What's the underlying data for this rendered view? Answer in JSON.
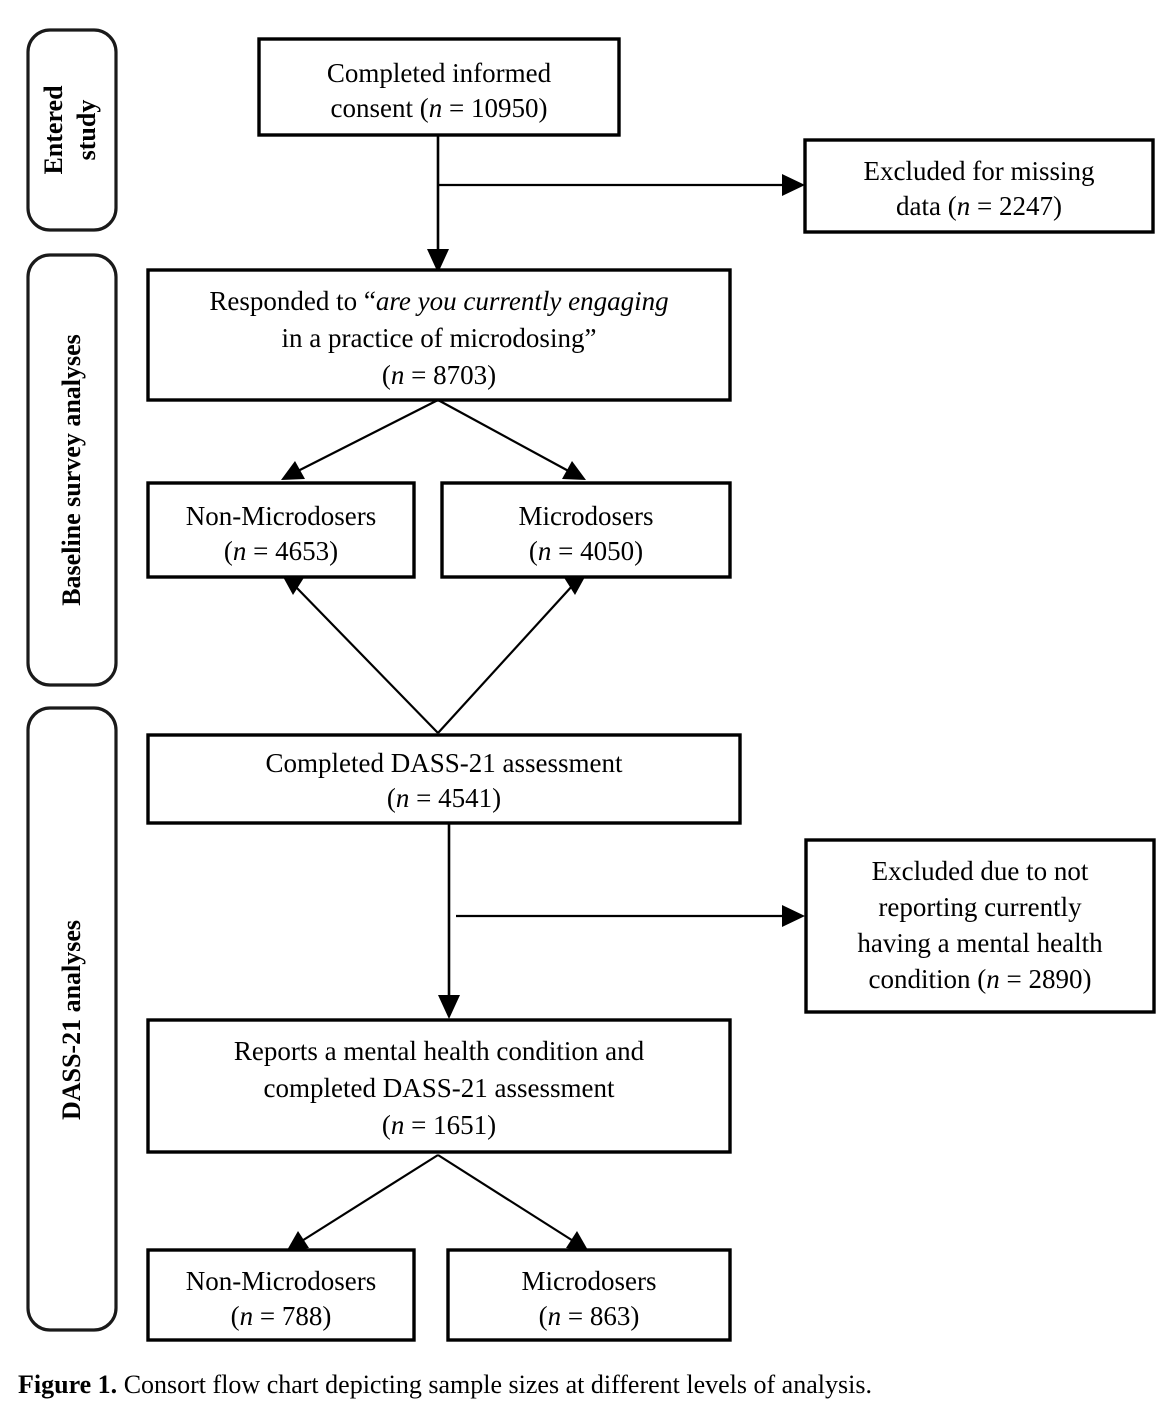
{
  "figure": {
    "caption_label": "Figure 1.",
    "caption_text": "Consort flow chart depicting sample sizes at different levels of analysis."
  },
  "stages": [
    {
      "id": "entered-study",
      "label_line1": "Entered",
      "label_line2": "study"
    },
    {
      "id": "baseline-survey-analyses",
      "label_line1": "Baseline survey analyses",
      "label_line2": ""
    },
    {
      "id": "dass21-analyses",
      "label_line1": "DASS-21 analyses",
      "label_line2": ""
    }
  ],
  "nodes": {
    "consent": {
      "line1": "Completed informed",
      "line2_pre": "consent (",
      "line2_n": "n",
      "line2_post": " = 10950)"
    },
    "excluded_missing": {
      "line1": "Excluded for missing",
      "line2_pre": "data (",
      "line2_n": "n",
      "line2_post": " = 2247)"
    },
    "responded": {
      "line1_plain": "Responded to “",
      "line1_ital": "are you currently engaging",
      "line2_ital": "in a practice of microdosing”",
      "line3_pre": "(",
      "line3_n": "n",
      "line3_post": " = 8703)"
    },
    "non_microdosers_baseline": {
      "line1": "Non-Microdosers",
      "line2_pre": "(",
      "line2_n": "n",
      "line2_post": " = 4653)"
    },
    "microdosers_baseline": {
      "line1": "Microdosers",
      "line2_pre": "(",
      "line2_n": "n",
      "line2_post": " = 4050)"
    },
    "dass_completed": {
      "line1": "Completed DASS-21 assessment",
      "line2_pre": "(",
      "line2_n": "n",
      "line2_post": " = 4541)"
    },
    "excluded_no_condition": {
      "line1": "Excluded due to not",
      "line2": "reporting currently",
      "line3": "having a mental health",
      "line4_pre": "condition (",
      "line4_n": "n",
      "line4_post": " = 2890)"
    },
    "reports_condition": {
      "line1": "Reports a mental health condition and",
      "line2": "completed DASS-21 assessment",
      "line3_pre": "(",
      "line3_n": "n",
      "line3_post": " = 1651)"
    },
    "non_microdosers_dass": {
      "line1": "Non-Microdosers",
      "line2_pre": "(",
      "line2_n": "n",
      "line2_post": " = 788)"
    },
    "microdosers_dass": {
      "line1": "Microdosers",
      "line2_pre": "(",
      "line2_n": "n",
      "line2_post": " = 863)"
    }
  },
  "chart_data": {
    "type": "diagram",
    "title": "Consort flow chart depicting sample sizes at different levels of analysis.",
    "flow": [
      {
        "node": "Completed informed consent",
        "n": 10950,
        "stage": "Entered study"
      },
      {
        "node": "Excluded for missing data",
        "n": 2247,
        "stage": "Entered study"
      },
      {
        "node": "Responded to “are you currently engaging in a practice of microdosing”",
        "n": 8703,
        "stage": "Baseline survey analyses"
      },
      {
        "node": "Non-Microdosers",
        "n": 4653,
        "stage": "Baseline survey analyses"
      },
      {
        "node": "Microdosers",
        "n": 4050,
        "stage": "Baseline survey analyses"
      },
      {
        "node": "Completed DASS-21 assessment",
        "n": 4541,
        "stage": "DASS-21 analyses"
      },
      {
        "node": "Excluded due to not reporting currently having a mental health condition",
        "n": 2890,
        "stage": "DASS-21 analyses"
      },
      {
        "node": "Reports a mental health condition and completed DASS-21 assessment",
        "n": 1651,
        "stage": "DASS-21 analyses"
      },
      {
        "node": "Non-Microdosers",
        "n": 788,
        "stage": "DASS-21 analyses"
      },
      {
        "node": "Microdosers",
        "n": 863,
        "stage": "DASS-21 analyses"
      }
    ],
    "edges": [
      {
        "from": "Completed informed consent",
        "to": "Excluded for missing data"
      },
      {
        "from": "Completed informed consent",
        "to": "Responded to microdosing question"
      },
      {
        "from": "Responded to microdosing question",
        "to": "Non-Microdosers (4653)"
      },
      {
        "from": "Responded to microdosing question",
        "to": "Microdosers (4050)"
      },
      {
        "from": "Completed DASS-21 assessment",
        "to": "Non-Microdosers (4653)"
      },
      {
        "from": "Completed DASS-21 assessment",
        "to": "Microdosers (4050)"
      },
      {
        "from": "Completed DASS-21 assessment",
        "to": "Excluded due to not reporting a mental health condition"
      },
      {
        "from": "Completed DASS-21 assessment",
        "to": "Reports a mental health condition and completed DASS-21 assessment"
      },
      {
        "from": "Reports a mental health condition and completed DASS-21 assessment",
        "to": "Non-Microdosers (788)"
      },
      {
        "from": "Reports a mental health condition and completed DASS-21 assessment",
        "to": "Microdosers (863)"
      }
    ]
  }
}
